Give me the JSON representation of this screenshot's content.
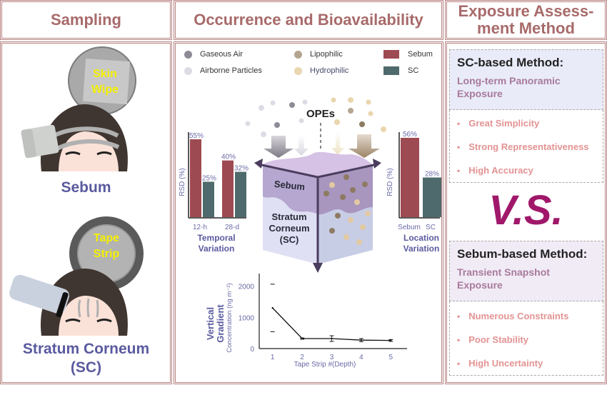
{
  "headers": {
    "sampling": "Sampling",
    "occurrence": "Occurrence and Bioavailability",
    "exposure_line1": "Exposure Assess-",
    "exposure_line2": "ment Method"
  },
  "sampling": {
    "skin_wipe_line1": "Skin",
    "skin_wipe_line2": "Wipe",
    "sebum_label": "Sebum",
    "tape_strip_line1": "Tape",
    "tape_strip_line2": "Strip",
    "sc_label_line1": "Stratum Corneum",
    "sc_label_line2": "(SC)"
  },
  "legend": {
    "items": [
      {
        "label": "Gaseous Air",
        "color": "#8e8a96",
        "shape": "dot"
      },
      {
        "label": "Airborne Particles",
        "color": "#dcdce4",
        "shape": "dot"
      },
      {
        "label": "Lipophilic",
        "color": "#b4a590",
        "shape": "dot"
      },
      {
        "label": "Hydrophilic",
        "color": "#ead6ae",
        "shape": "dot"
      },
      {
        "label": "Sebum",
        "color": "#9e4a52",
        "shape": "square"
      },
      {
        "label": "SC",
        "color": "#4e6a6c",
        "shape": "square"
      }
    ]
  },
  "cube": {
    "opes_label": "OPEs",
    "sebum_layer": "Sebum",
    "sc_line1": "Stratum",
    "sc_line2": "Corneum",
    "sc_line3": "(SC)"
  },
  "chart_data": [
    {
      "type": "bar",
      "title": "Temporal Variation",
      "title_line1": "Temporal",
      "title_line2": "Variation",
      "ylabel": "RSD (%)",
      "categories": [
        "12-h",
        "28-d"
      ],
      "series": [
        {
          "name": "Sebum",
          "color": "#9e4a52",
          "values": [
            55,
            40
          ]
        },
        {
          "name": "SC",
          "color": "#4e6a6c",
          "values": [
            25,
            32
          ]
        }
      ],
      "data_labels": [
        [
          "55%",
          "40%"
        ],
        [
          "25%",
          "32%"
        ]
      ],
      "ylim": [
        0,
        60
      ]
    },
    {
      "type": "bar",
      "title": "Location Variation",
      "title_line1": "Location",
      "title_line2": "Variation",
      "ylabel": "RSD (%)",
      "categories": [
        "Sebum",
        "SC"
      ],
      "values": [
        56,
        28
      ],
      "colors": [
        "#9e4a52",
        "#4e6a6c"
      ],
      "data_labels": [
        "56%",
        "28%"
      ],
      "ylim": [
        0,
        60
      ]
    },
    {
      "type": "line",
      "title": "Vertical Gradient",
      "title_line1": "Vertical",
      "title_line2": "Gradient",
      "xlabel": "Tape Strip #(Depth)",
      "ylabel": "Concentration (ng m⁻²)",
      "x": [
        1,
        2,
        3,
        4,
        5
      ],
      "y": [
        1300,
        320,
        320,
        270,
        260
      ],
      "error": [
        760,
        20,
        90,
        50,
        30
      ],
      "xticks": [
        "1",
        "2",
        "3",
        "4",
        "5"
      ],
      "yticks": [
        "0",
        "1000",
        "2000"
      ],
      "ytick_values": [
        0,
        1000,
        2000
      ],
      "ylim": [
        0,
        2400
      ],
      "xlim": [
        0.5,
        5.5
      ]
    }
  ],
  "exposure": {
    "sc_method": {
      "title": "SC-based Method:",
      "subtitle": "Long-term Panoramic Exposure",
      "bullets": [
        "Great Simplicity",
        "Strong Representativeness",
        "High Accuracy"
      ]
    },
    "vs": "V.S.",
    "sebum_method": {
      "title": "Sebum-based Method:",
      "subtitle": "Transient Snapshot Exposure",
      "bullets": [
        "Numerous Constraints",
        "Poor Stability",
        "High Uncertainty"
      ]
    },
    "colors": {
      "vs": "#a0186a",
      "bullet": "#e39393",
      "subtitle": "#a87a9c",
      "sc_bg": "#e9ebf9",
      "sebum_bg": "#f1ebf6"
    }
  }
}
